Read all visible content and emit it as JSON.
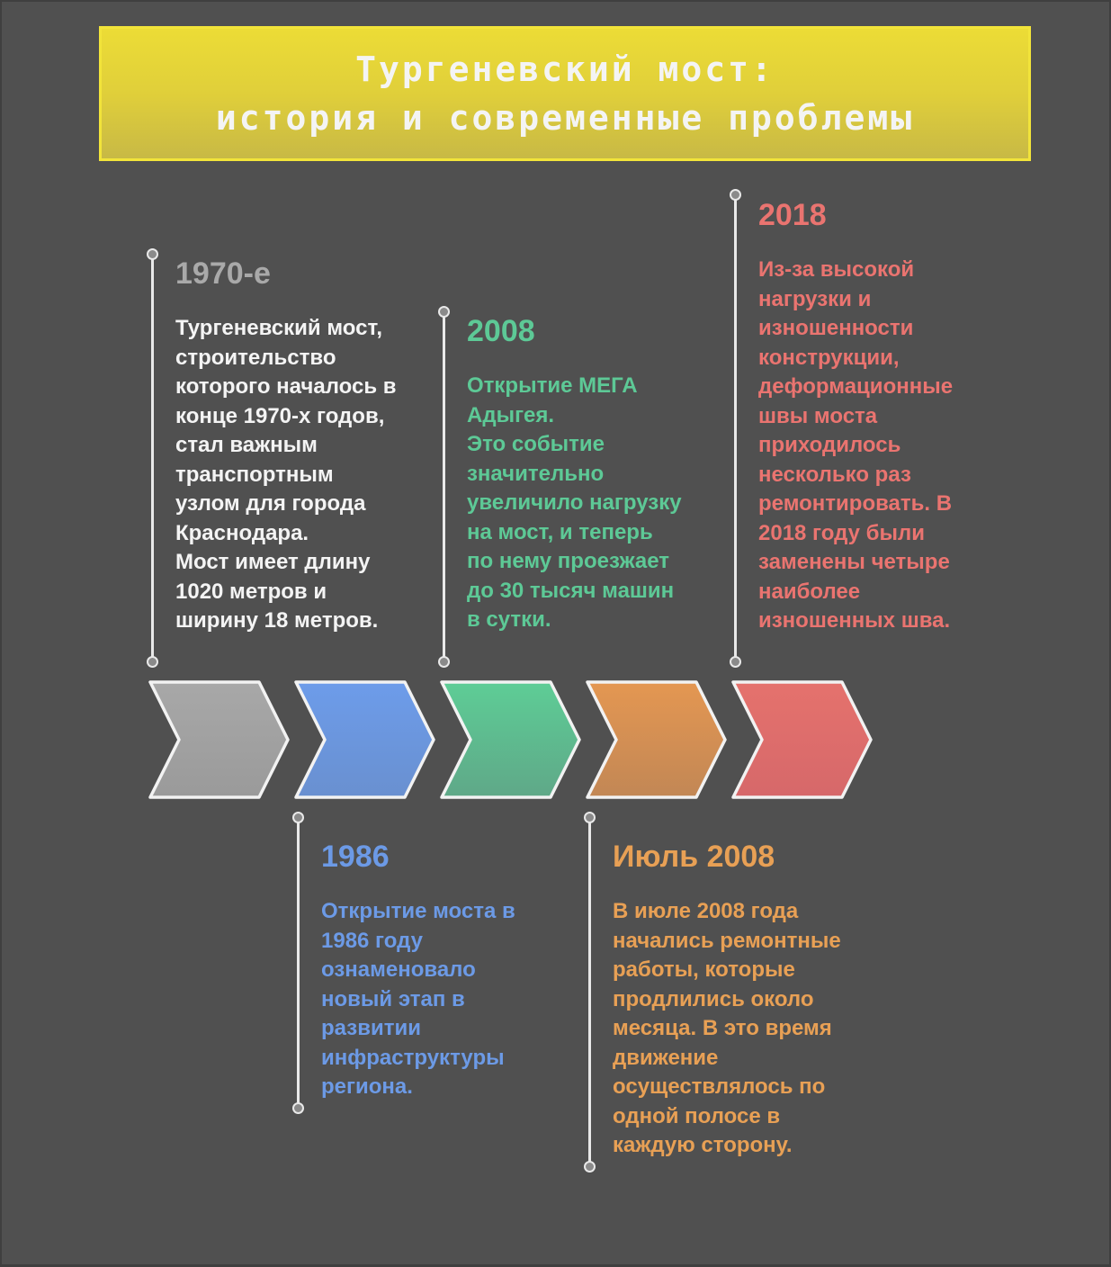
{
  "title": {
    "line1": "Тургеневский мост:",
    "line2": "история и современные проблемы"
  },
  "colors": {
    "background": "#505050",
    "title_bg": "#e0cf3a",
    "title_border": "#f2e43a",
    "gray": "#a6a6a6",
    "blue": "#6c9ae6",
    "green": "#5dc996",
    "orange": "#e0974f",
    "red": "#e4706c",
    "white_text": "#f4f4f4"
  },
  "events": [
    {
      "year": "1970-е",
      "description": "Тургеневский мост,\nстроительство\nкоторого началось в\nконце 1970-х годов,\nстал важным\nтранспортным\nузлом для города\nКраснодара.\nМост имеет длину\n1020 метров и\nширину 18 метров.",
      "year_color": "#a9a9a9",
      "text_color": "#f4f4f4",
      "position": "top"
    },
    {
      "year": "1986",
      "description": "Открытие моста в\n1986 году\nознаменовало\nновый этап в\nразвитии\nинфраструктуры\nрегиона.",
      "year_color": "#6c9ae6",
      "text_color": "#6c9ae6",
      "position": "bottom"
    },
    {
      "year": "2008",
      "description": "Открытие МЕГА\nАдыгея.\nЭто событие\nзначительно\nувеличило нагрузку\nна мост, и теперь\nпо нему проезжает\nдо 30 тысяч машин\nв сутки.",
      "year_color": "#5dc996",
      "text_color": "#5dc996",
      "position": "top"
    },
    {
      "year": "Июль 2008",
      "description": "В июле 2008 года\nначались ремонтные\nработы, которые\nпродлились около\nмесяца. В это время\nдвижение\nосуществлялось по\nодной полосе в\nкаждую сторону.",
      "year_color": "#e8a055",
      "text_color": "#e8a055",
      "position": "bottom"
    },
    {
      "year": "2018",
      "description": "Из-за высокой\nнагрузки и\nизношенности\nконструкции,\nдеформационные\nшвы моста\nприходилось\nнесколько раз\nремонтировать. В\n2018 году были\nзаменены четыре\nнаиболее\nизношенных шва.",
      "year_color": "#ea7470",
      "text_color": "#ea7470",
      "position": "top"
    }
  ],
  "chevrons": [
    {
      "name": "gray",
      "top": "#a8a8a8",
      "bottom": "#9a9a9a"
    },
    {
      "name": "blue",
      "top": "#6d9cea",
      "bottom": "#6990d0"
    },
    {
      "name": "green",
      "top": "#5ecd96",
      "bottom": "#5fa888"
    },
    {
      "name": "orange",
      "top": "#e49752",
      "bottom": "#c28755"
    },
    {
      "name": "red",
      "top": "#e5726d",
      "bottom": "#d6686a"
    }
  ]
}
